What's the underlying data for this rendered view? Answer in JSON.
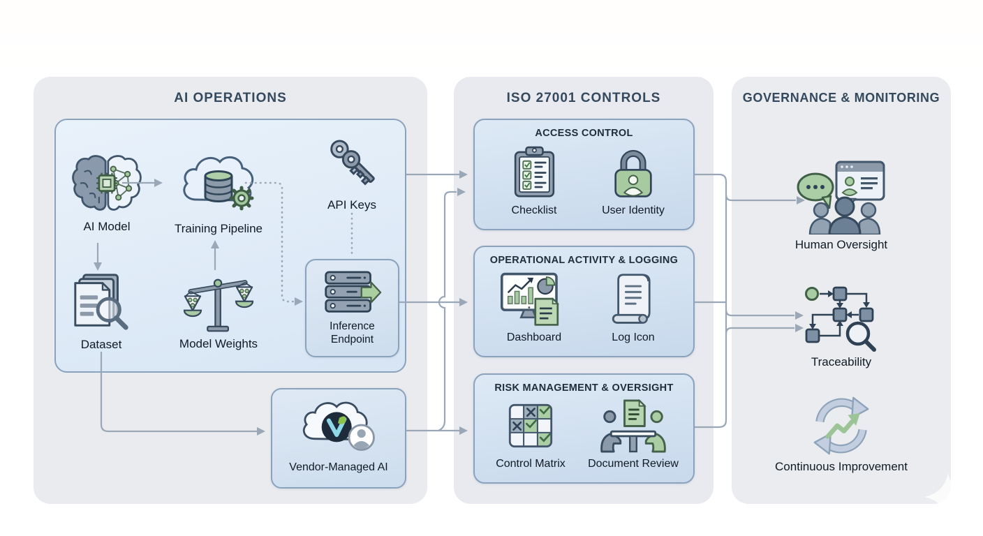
{
  "colors": {
    "accent_green": "#a9cda3",
    "panel_bg": "#e9ebef",
    "box_fill_top": "#dde9f5",
    "box_fill_bottom": "#c8d9ec",
    "box_border": "#8aa2bc",
    "connector_gray": "#9aa7b6",
    "title_text": "#35495e",
    "label_text": "#101a24"
  },
  "panels": {
    "ai_operations": {
      "title": "AI OPERATIONS",
      "nodes": {
        "ai_model": "AI Model",
        "training_pipeline": "Training Pipeline",
        "api_keys": "API Keys",
        "dataset": "Dataset",
        "model_weights": "Model Weights",
        "inference_endpoint": "Inference Endpoint",
        "vendor_managed_ai": "Vendor-Managed AI"
      }
    },
    "iso_controls": {
      "title": "ISO 27001 CONTROLS",
      "boxes": [
        {
          "title": "ACCESS CONTROL",
          "items": [
            {
              "label": "Checklist"
            },
            {
              "label": "User Identity"
            }
          ]
        },
        {
          "title": "OPERATIONAL ACTIVITY & LOGGING",
          "items": [
            {
              "label": "Dashboard"
            },
            {
              "label": "Log Icon"
            }
          ]
        },
        {
          "title": "RISK MANAGEMENT & OVERSIGHT",
          "items": [
            {
              "label": "Control Matrix"
            },
            {
              "label": "Document Review"
            }
          ]
        }
      ]
    },
    "governance": {
      "title": "GOVERNANCE & MONITORING",
      "items": [
        {
          "label": "Human Oversight"
        },
        {
          "label": "Traceability"
        },
        {
          "label": "Continuous Improvement"
        }
      ]
    }
  }
}
